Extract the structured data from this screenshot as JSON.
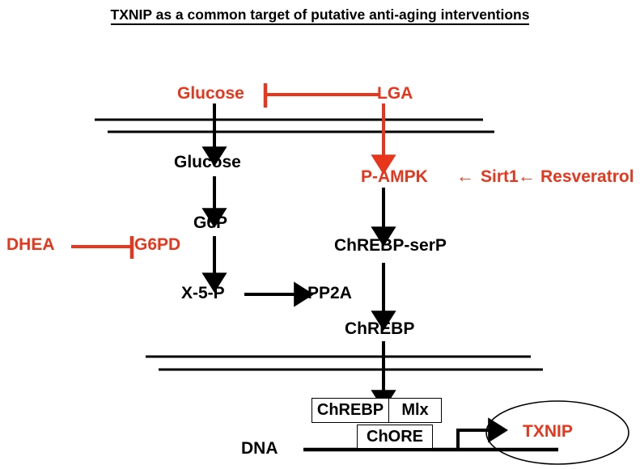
{
  "title": "TXNIP as a common target of putative anti-aging interventions",
  "colors": {
    "red": "#E8361C",
    "black": "#000000",
    "background": "#FFFFFF"
  },
  "nodes": {
    "glucose_extracellular": "Glucose",
    "lga": "LGA",
    "glucose_intracellular": "Glucose",
    "p_ampk": "P-AMPK",
    "sirt1": "Sirt1",
    "resveratrol": "Resveratrol",
    "g6p": "G6P",
    "dhea": "DHEA",
    "g6pd": "G6PD",
    "x5p": "X-5-P",
    "pp2a": "PP2A",
    "chrebp_serp": "ChREBP-serP",
    "chrebp": "ChREBP",
    "dna": "DNA",
    "txnip": "TXNIP"
  },
  "promoter": {
    "chrebp_box": "ChREBP",
    "mlx_box": "Mlx",
    "chore_box": "ChORE"
  },
  "arrow_glyphs": {
    "left_arrow_sirt1": "←",
    "left_arrow_resveratrol": "←"
  },
  "edges": [
    {
      "from": "LGA",
      "to": "Glucose",
      "type": "inhibition",
      "color": "#E8361C"
    },
    {
      "from": "Glucose (extracellular)",
      "to": "Glucose (intracellular)",
      "type": "transport",
      "color": "#000000"
    },
    {
      "from": "LGA",
      "to": "P-AMPK",
      "type": "activation",
      "color": "#E8361C"
    },
    {
      "from": "Sirt1",
      "to": "P-AMPK",
      "type": "activation",
      "color": "#E8361C"
    },
    {
      "from": "Resveratrol",
      "to": "Sirt1",
      "type": "activation",
      "color": "#E8361C"
    },
    {
      "from": "Glucose",
      "to": "G6P",
      "type": "activation",
      "color": "#000000"
    },
    {
      "from": "DHEA",
      "to": "G6PD",
      "type": "inhibition",
      "color": "#E8361C"
    },
    {
      "from": "G6P",
      "to": "X-5-P",
      "type": "activation",
      "color": "#000000"
    },
    {
      "from": "X-5-P",
      "to": "PP2A",
      "type": "activation",
      "color": "#000000"
    },
    {
      "from": "P-AMPK",
      "to": "ChREBP-serP",
      "type": "activation",
      "color": "#000000"
    },
    {
      "from": "ChREBP-serP",
      "to": "ChREBP",
      "type": "activation",
      "color": "#000000"
    },
    {
      "from": "ChREBP",
      "to": "nucleus/ChORE",
      "type": "translocation",
      "color": "#000000"
    },
    {
      "from": "ChORE",
      "to": "TXNIP",
      "type": "transcription",
      "color": "#000000"
    }
  ]
}
